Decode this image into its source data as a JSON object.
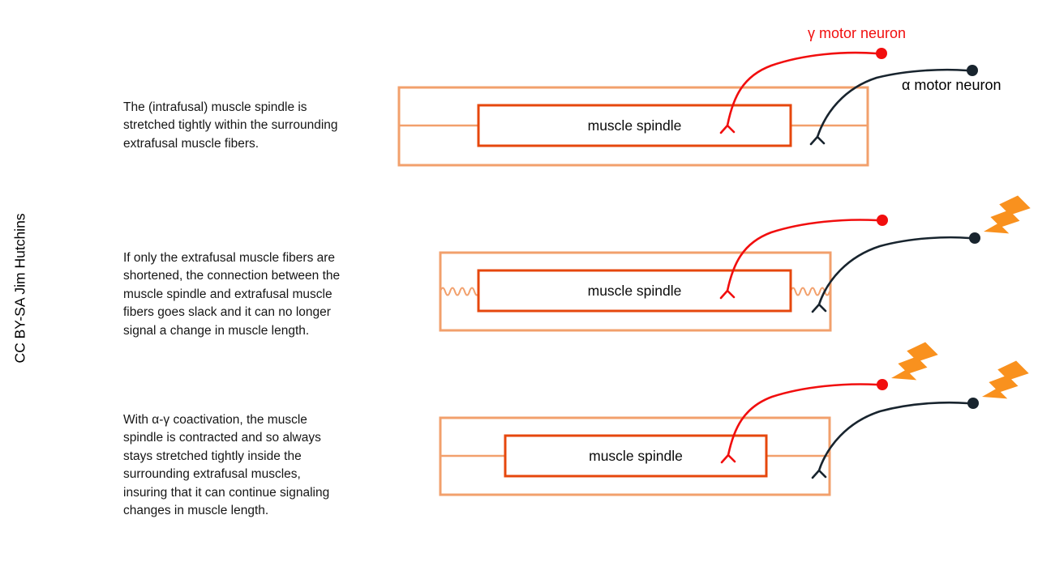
{
  "figure": {
    "attribution": "CC BY-SA Jim Hutchins",
    "labels": {
      "gamma_neuron": "γ motor neuron",
      "alpha_neuron": "α motor neuron"
    },
    "colors": {
      "extrafusal_outline": "#f2a06c",
      "spindle_outline": "#e6470d",
      "gamma": "#f10e0e",
      "alpha": "#18242e",
      "bolt": "#f9911e"
    },
    "panels": [
      {
        "id": "stretched",
        "spindle_label": "muscle spindle",
        "description": "The (intrafusal) muscle spindle is\nstretched tightly within the surrounding\nextrafusal muscle fibers."
      },
      {
        "id": "slack",
        "spindle_label": "muscle spindle",
        "description": "If only the extrafusal muscle fibers are\nshortened, the connection between the\nmuscle spindle and extrafusal muscle\nfibers goes slack and it can no longer\nsignal a change in muscle length."
      },
      {
        "id": "coactivation",
        "spindle_label": "muscle spindle",
        "description": "With α-γ coactivation, the muscle\nspindle is contracted and so always\nstays stretched tightly inside the\nsurrounding extrafusal muscles,\ninsuring that it can continue signaling\nchanges in muscle length."
      }
    ]
  }
}
